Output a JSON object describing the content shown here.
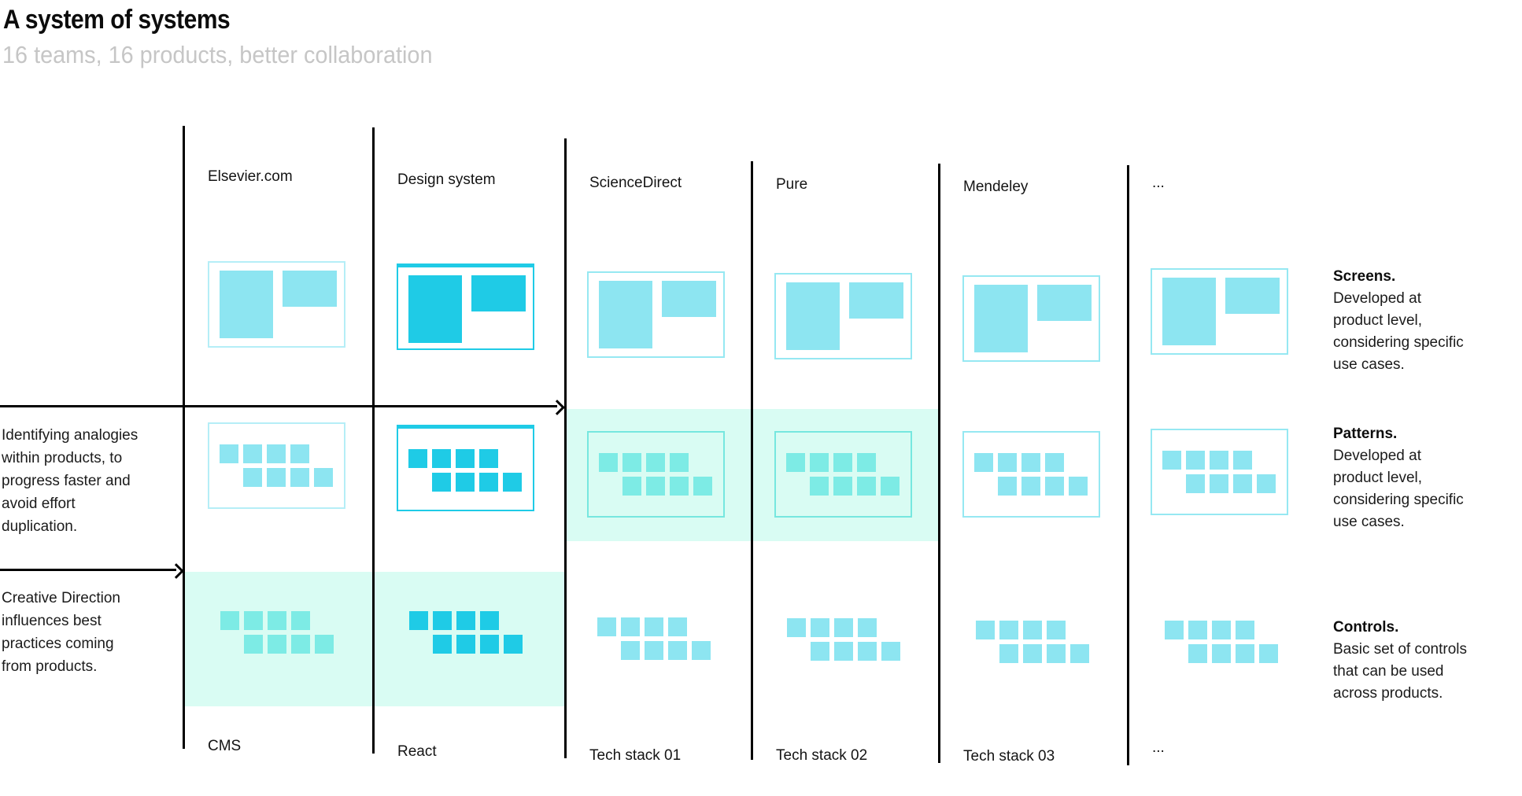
{
  "header": {
    "title": "A system of systems",
    "subtitle": "16 teams, 16 products, better collaboration"
  },
  "colors": {
    "accent": "#1fcbe6",
    "light_fill": "#8de5f1",
    "light_border": "#96e8f2",
    "pale_border": "#b5eef7",
    "mint_bg": "#d9fcf3",
    "mint_fill": "#7debe5",
    "mint_border": "#76e7df",
    "line_black": "#000000",
    "title_text": "#0c0c0c",
    "subtitle_gray": "#c6c6c6"
  },
  "columns": [
    {
      "label": "Elsevier.com",
      "footer": "CMS",
      "variant": "light",
      "patterns_on_mint": false,
      "controls_on_mint": true
    },
    {
      "label": "Design system",
      "footer": "React",
      "variant": "accent",
      "patterns_on_mint": false,
      "controls_on_mint": true
    },
    {
      "label": "ScienceDirect",
      "footer": "Tech stack 01",
      "variant": "light",
      "patterns_on_mint": true,
      "controls_on_mint": false
    },
    {
      "label": "Pure",
      "footer": "Tech stack 02",
      "variant": "light",
      "patterns_on_mint": true,
      "controls_on_mint": false
    },
    {
      "label": "Mendeley",
      "footer": "Tech stack 03",
      "variant": "light",
      "patterns_on_mint": false,
      "controls_on_mint": false
    },
    {
      "label": "...",
      "footer": "...",
      "variant": "light",
      "patterns_on_mint": false,
      "controls_on_mint": false
    }
  ],
  "left_annotations": [
    {
      "text": "Identifying analogies\nwithin products, to\nprogress faster and\navoid effort\nduplication."
    },
    {
      "text": "Creative Direction\ninfluences best\npractices coming\nfrom products."
    }
  ],
  "right_annotations": [
    {
      "title": "Screens.",
      "body": "Developed at\nproduct level,\nconsidering specific\nuse cases."
    },
    {
      "title": "Patterns.",
      "body": "Developed at\nproduct level,\nconsidering specific\nuse cases."
    },
    {
      "title": "Controls.",
      "body": "Basic set of controls\nthat can be used\nacross products."
    }
  ]
}
